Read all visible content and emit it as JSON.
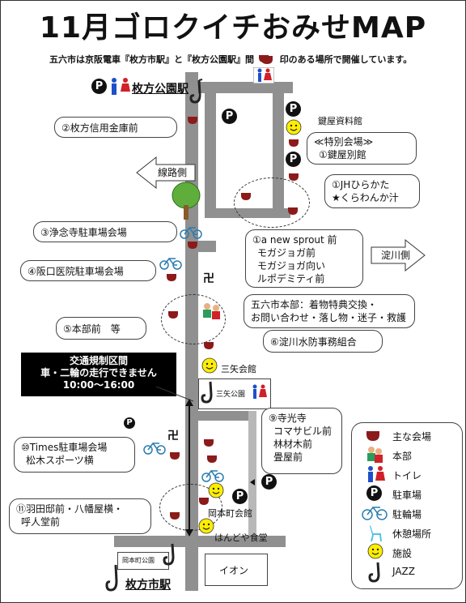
{
  "title": "11月ゴロクイチおみせMAP",
  "subtitle_pre": "五六市は京阪電車『枚方市駅』と『枚方公園駅』間",
  "subtitle_post": "印のある場所で開催しています。",
  "stations": {
    "top": "枚方公園駅",
    "bottom": "枚方市駅"
  },
  "directions": {
    "left": "線路側",
    "right": "淀川側"
  },
  "bubbles": {
    "b2": "②枚方信用金庫前",
    "b_special": [
      "≪特別会場≫",
      "①鍵屋別館"
    ],
    "b1": [
      "①JHひらかた",
      "★くらわんか汁"
    ],
    "b3": "③浄念寺駐車場会場",
    "b_sprout": [
      "①a new sprout 前",
      "モガジョガ前",
      "モガジョガ向い",
      "ルポデミティ前"
    ],
    "b4": "④阪口医院駐車場会場",
    "b_hq": [
      "五六市本部：着物特典交換・",
      "お問い合わせ・落し物・迷子・救護"
    ],
    "b5": "⑤本部前　等",
    "b6": "⑥淀川水防事務組合",
    "b9": [
      "⑨寺光寺",
      "コマサビル前",
      "林材木前",
      "畳屋前"
    ],
    "b10": [
      "⑩Times駐車場会場",
      "松木スポーツ横"
    ],
    "b11": [
      "⑪羽田邸前・八幡屋横・",
      "呼人堂前"
    ]
  },
  "labels": {
    "kagiya": "鍵屋資料館",
    "sanya": "三矢会館",
    "sanya_park": "三矢公園",
    "okamoto": "岡本町会館",
    "handoya": "はんどや食堂",
    "okamoto_park": "岡本町公園",
    "aeon": "イオン"
  },
  "traffic": {
    "line1": "交通規制区間",
    "line2": "車・二輪の走行できません",
    "line3": "10:00〜16:00"
  },
  "legend": {
    "venue": "主な会場",
    "hq": "本部",
    "toilet": "トイレ",
    "parking": "駐車場",
    "bicycle": "駐輪場",
    "rest": "休憩場所",
    "facility": "施設",
    "jazz": "JAZZ"
  },
  "icons": {
    "parking_letter": "P",
    "temple": "卍"
  },
  "colors": {
    "venue": "#8b1a1a",
    "road": "#909090",
    "smile": "#ffee00",
    "male": "#1e50c8",
    "female": "#d0202a"
  }
}
